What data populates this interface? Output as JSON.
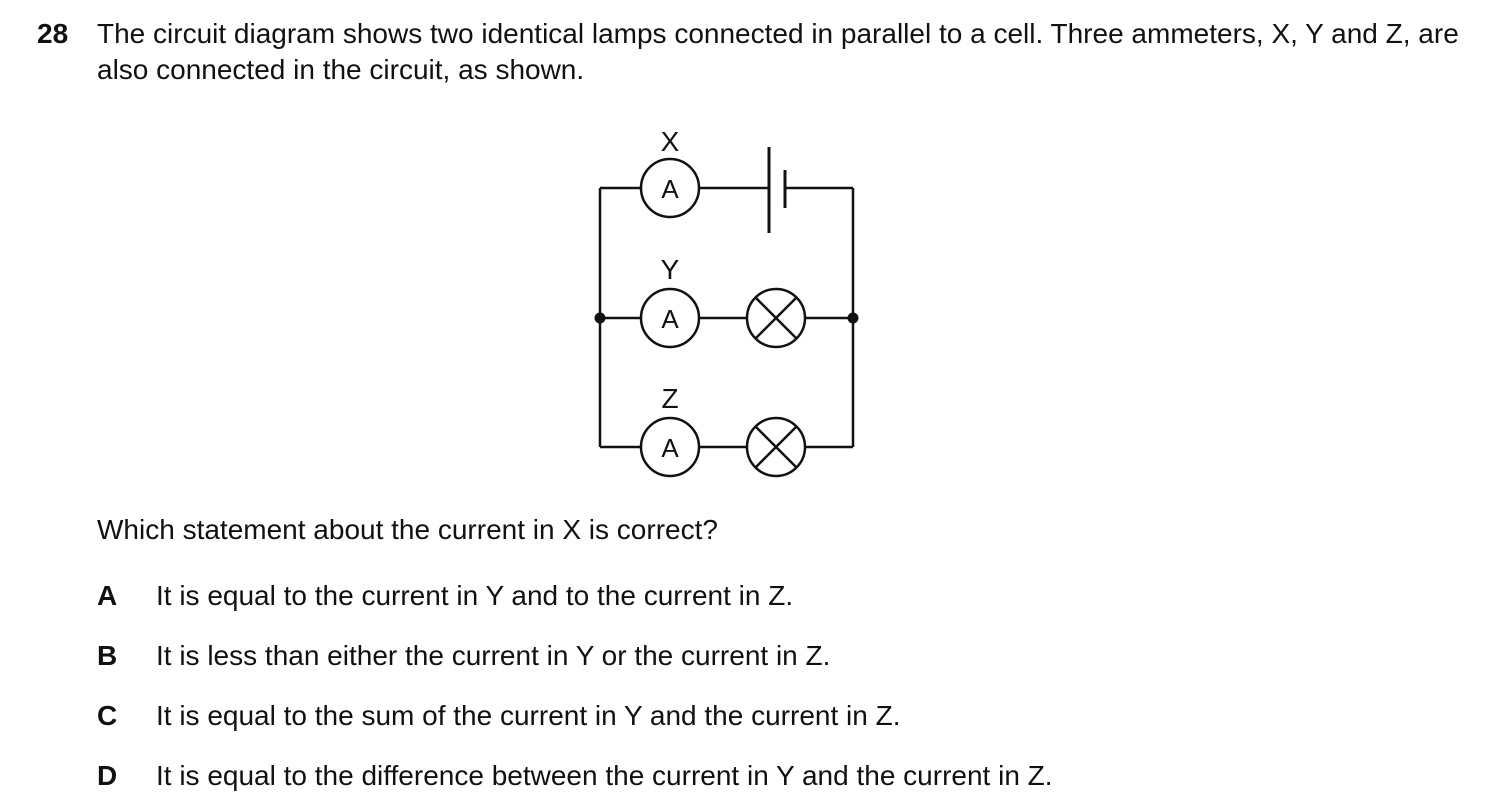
{
  "question": {
    "number": "28",
    "stem": "The circuit diagram shows two identical lamps connected in parallel to a cell. Three ammeters, X, Y and Z, are also connected in the circuit, as shown.",
    "prompt": "Which statement about the current in X is correct?"
  },
  "diagram": {
    "ammeter_symbol": "A",
    "ammeter_labels": [
      "X",
      "Y",
      "Z"
    ]
  },
  "options": [
    {
      "letter": "A",
      "text": "It is equal to the current in Y and to the current in Z."
    },
    {
      "letter": "B",
      "text": "It is less than either the current in Y or the current in Z."
    },
    {
      "letter": "C",
      "text": "It is equal to the sum of the current in Y and the current in Z."
    },
    {
      "letter": "D",
      "text": "It is equal to the difference between the current in Y and the current in Z."
    }
  ]
}
